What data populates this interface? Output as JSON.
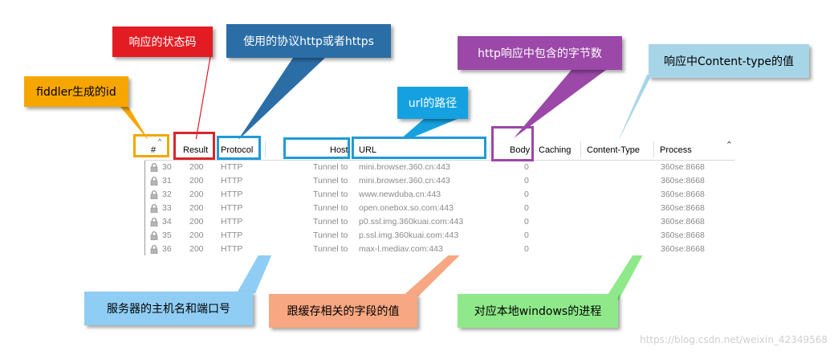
{
  "callouts": {
    "id": "fiddler生成的id",
    "status": "响应的状态码",
    "protocol": "使用的协议http或者https",
    "url": "url的路径",
    "body": "http响应中包含的字节数",
    "content_type": "响应中Content-type的值",
    "host": "服务器的主机名和端口号",
    "caching": "跟缓存相关的字段的值",
    "process": "对应本地windows的进程"
  },
  "columns": {
    "id": "#",
    "result": "Result",
    "protocol": "Protocol",
    "host": "Host",
    "url": "URL",
    "body": "Body",
    "caching": "Caching",
    "content_type": "Content-Type",
    "process": "Process"
  },
  "icons": {
    "sort": "sort-ascending-icon",
    "scroll": "scroll-up-icon",
    "row": "lock-icon"
  },
  "colors": {
    "id": "#f7a600",
    "status": "#e31c23",
    "protocol": "#2b6ea6",
    "url": "#15a1e0",
    "body": "#9b48a8",
    "content_type": "#a7d5e8",
    "host": "#8fcdf4",
    "caching": "#f7a782",
    "process": "#8fe98a"
  },
  "rows": [
    {
      "id": "30",
      "result": "200",
      "protocol": "HTTP",
      "host": "Tunnel to",
      "url": "mini.browser.360.cn:443",
      "body": "0",
      "caching": "",
      "content_type": "",
      "process": "360se:8668"
    },
    {
      "id": "31",
      "result": "200",
      "protocol": "HTTP",
      "host": "Tunnel to",
      "url": "mini.browser.360.cn:443",
      "body": "0",
      "caching": "",
      "content_type": "",
      "process": "360se:8668"
    },
    {
      "id": "32",
      "result": "200",
      "protocol": "HTTP",
      "host": "Tunnel to",
      "url": "www.newduba.cn:443",
      "body": "0",
      "caching": "",
      "content_type": "",
      "process": "360se:8668"
    },
    {
      "id": "33",
      "result": "200",
      "protocol": "HTTP",
      "host": "Tunnel to",
      "url": "open.onebox.so.com:443",
      "body": "0",
      "caching": "",
      "content_type": "",
      "process": "360se:8668"
    },
    {
      "id": "34",
      "result": "200",
      "protocol": "HTTP",
      "host": "Tunnel to",
      "url": "p0.ssl.img.360kuai.com:443",
      "body": "0",
      "caching": "",
      "content_type": "",
      "process": "360se:8668"
    },
    {
      "id": "35",
      "result": "200",
      "protocol": "HTTP",
      "host": "Tunnel to",
      "url": "p.ssl.img.360kuai.com:443",
      "body": "0",
      "caching": "",
      "content_type": "",
      "process": "360se:8668"
    },
    {
      "id": "36",
      "result": "200",
      "protocol": "HTTP",
      "host": "Tunnel to",
      "url": "max-l.mediav.com:443",
      "body": "0",
      "caching": "",
      "content_type": "",
      "process": "360se:8668"
    }
  ],
  "watermark": "https://blog.csdn.net/weixin_42349568"
}
